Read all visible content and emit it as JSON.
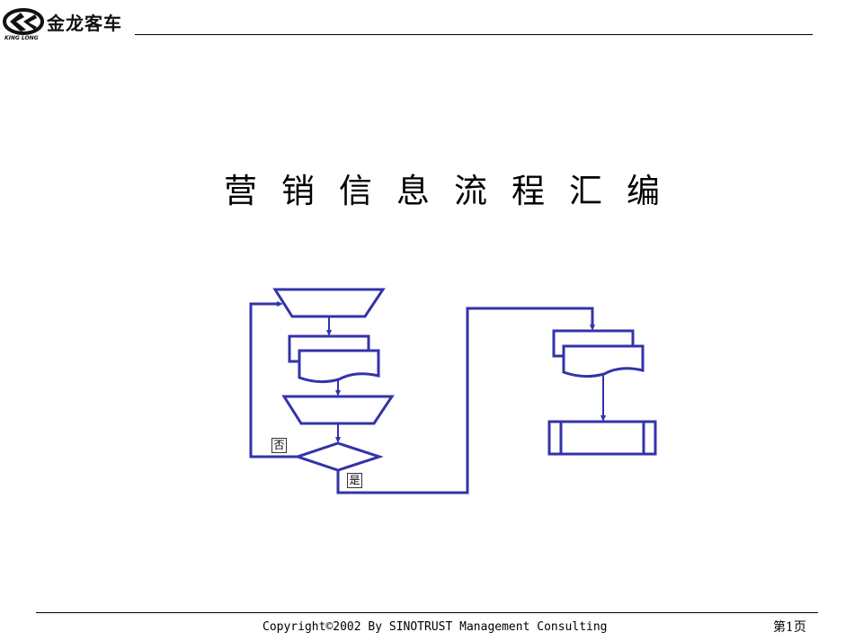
{
  "header": {
    "logo_brand": "金龙客车",
    "logo_sub": "KING LONG"
  },
  "slide": {
    "title": "营销信息流程汇编"
  },
  "flowchart": {
    "no_label": "否",
    "yes_label": "是",
    "line_color": "#3333aa"
  },
  "footer": {
    "copyright": "Copyright©2002 By SINOTRUST Management Consulting",
    "page": "第1页"
  }
}
